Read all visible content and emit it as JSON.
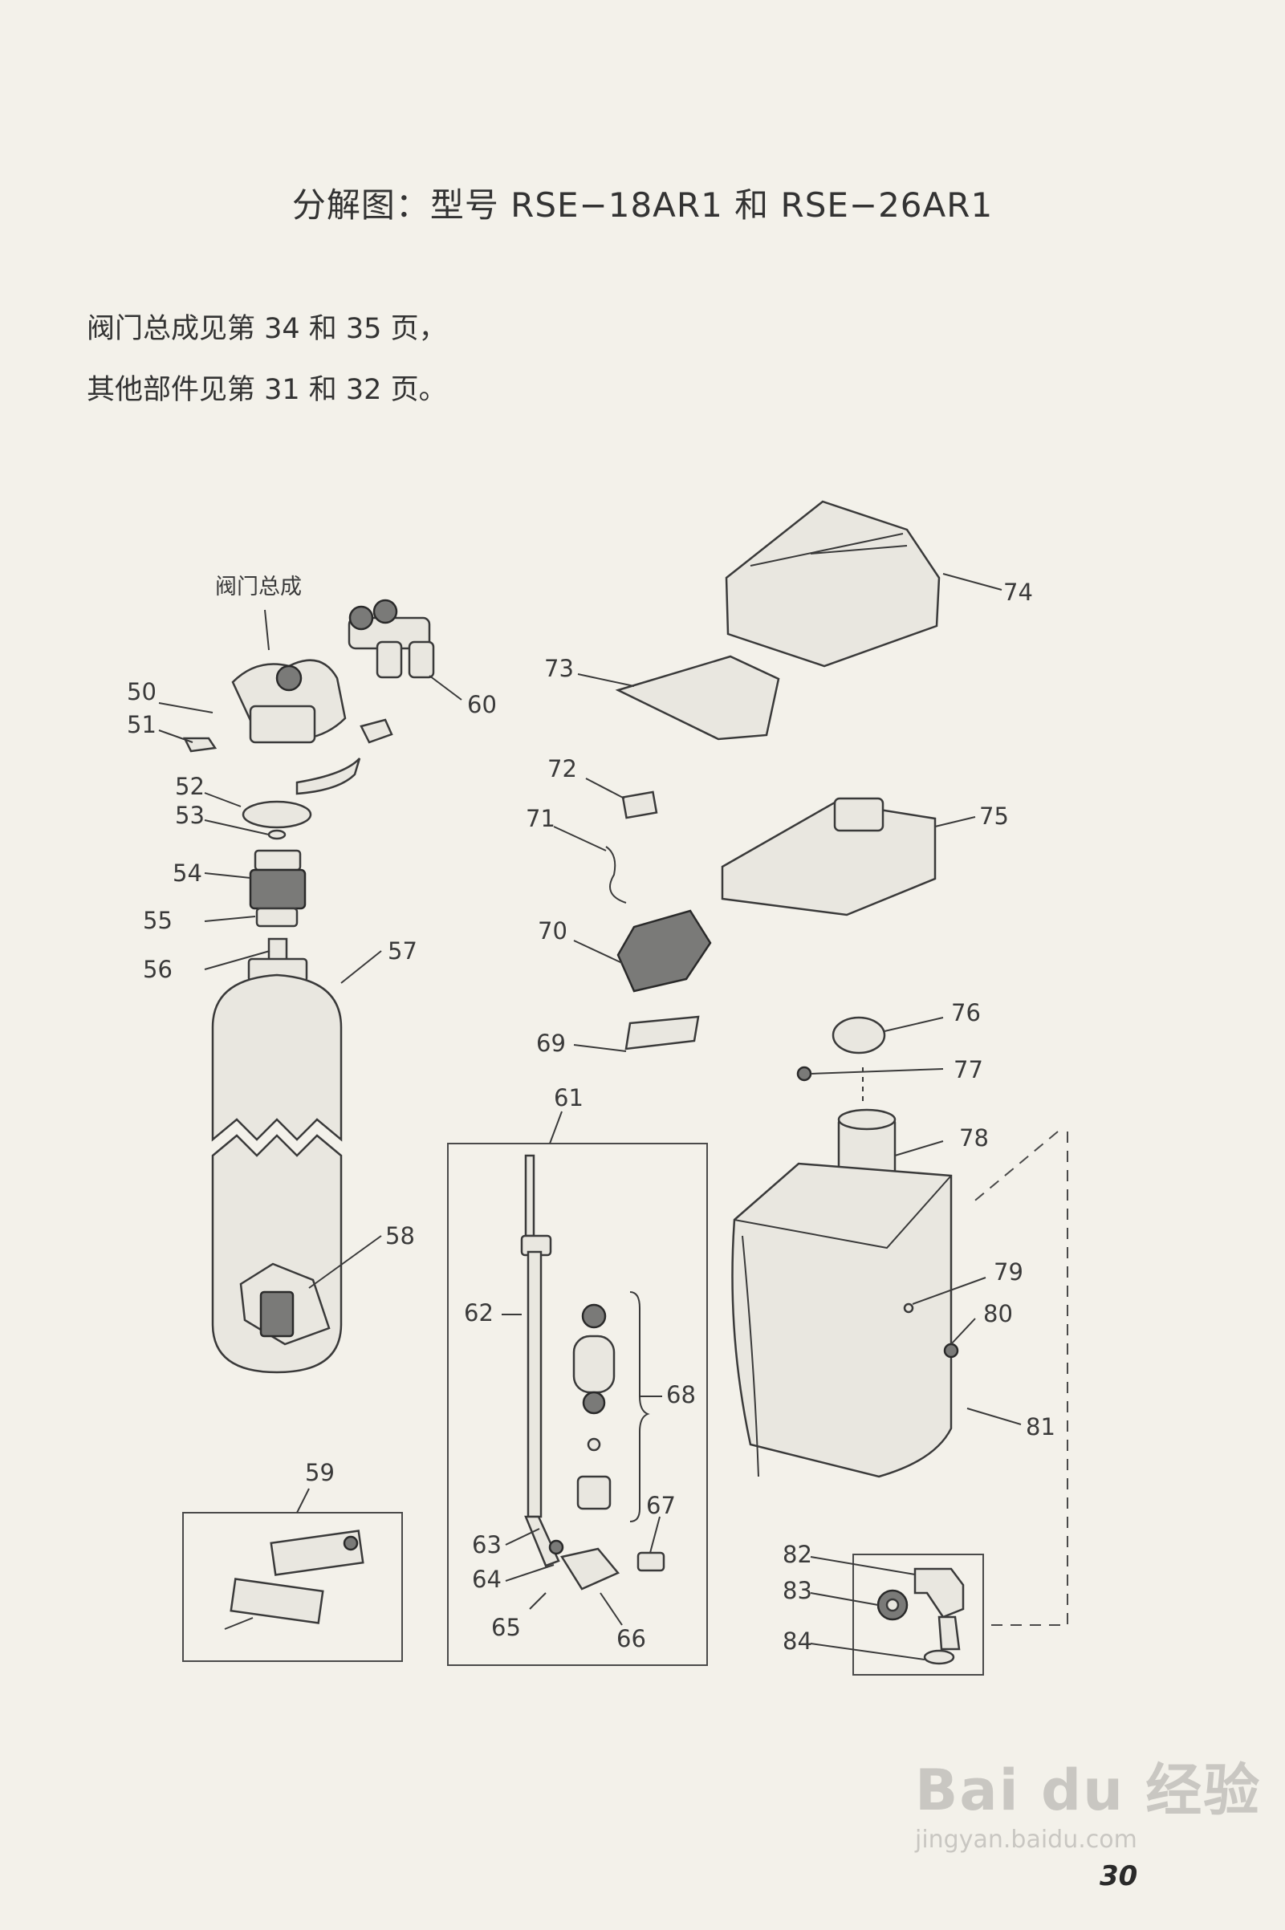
{
  "title": "分解图：型号 RSE−18AR1 和 RSE−26AR1",
  "intro": {
    "line1": "阀门总成见第 34 和 35 页，",
    "line2": "其他部件见第 31 和 32 页。"
  },
  "diagram": {
    "valve_assembly_label": "阀门总成",
    "callouts": {
      "c50": "50",
      "c51": "51",
      "c52": "52",
      "c53": "53",
      "c54": "54",
      "c55": "55",
      "c56": "56",
      "c57": "57",
      "c58": "58",
      "c59": "59",
      "c60": "60",
      "c61": "61",
      "c62": "62",
      "c63": "63",
      "c64": "64",
      "c65": "65",
      "c66": "66",
      "c67": "67",
      "c68": "68",
      "c69": "69",
      "c70": "70",
      "c71": "71",
      "c72": "72",
      "c73": "73",
      "c74": "74",
      "c75": "75",
      "c76": "76",
      "c77": "77",
      "c78": "78",
      "c79": "79",
      "c80": "80",
      "c81": "81",
      "c82": "82",
      "c83": "83",
      "c84": "84"
    }
  },
  "page_number": "30",
  "watermark": {
    "logo": "Bai du 经验",
    "url": "jingyan.baidu.com"
  }
}
